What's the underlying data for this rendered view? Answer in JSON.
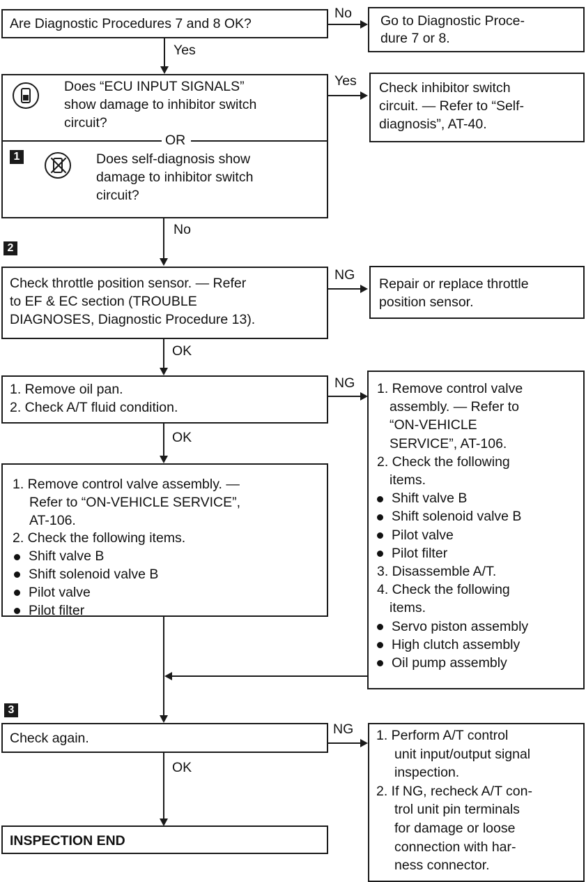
{
  "q1": {
    "text": "Are Diagnostic Procedures 7 and 8 OK?",
    "no_label": "No",
    "yes_label": "Yes"
  },
  "r1": {
    "lines": [
      "Go to Diagnostic Proce-",
      "dure 7 or 8."
    ]
  },
  "q2": {
    "part_a": [
      "Does “ECU INPUT SIGNALS”",
      "show damage to inhibitor switch",
      "circuit?"
    ],
    "or_label": "OR",
    "part_b": [
      "Does self-diagnosis show",
      "damage to inhibitor switch",
      "circuit?"
    ],
    "yes_label": "Yes",
    "no_label": "No",
    "step_marker": "1",
    "icon_a": "consult-tester-icon",
    "icon_b": "no-tester-icon"
  },
  "r2": {
    "lines": [
      "Check inhibitor switch",
      "circuit. — Refer to “Self-",
      "diagnosis”, AT-40."
    ]
  },
  "step2": "2",
  "q3": {
    "lines": [
      "Check throttle position sensor. — Refer",
      "to EF & EC section (TROUBLE",
      "DIAGNOSES, Diagnostic Procedure 13)."
    ],
    "ng_label": "NG",
    "ok_label": "OK"
  },
  "r3": {
    "lines": [
      "Repair or replace throttle",
      "position sensor."
    ]
  },
  "q4": {
    "lines": [
      "1. Remove oil pan.",
      "2. Check A/T fluid condition."
    ],
    "ng_label": "NG",
    "ok_label": "OK"
  },
  "r4": {
    "lines": [
      {
        "text": "1. Remove control valve",
        "kind": "num"
      },
      {
        "text": "assembly. — Refer to",
        "kind": "cont"
      },
      {
        "text": "“ON-VEHICLE",
        "kind": "cont"
      },
      {
        "text": "SERVICE”, AT-106.",
        "kind": "cont"
      },
      {
        "text": "2. Check the following",
        "kind": "num"
      },
      {
        "text": "items.",
        "kind": "cont"
      },
      {
        "text": "Shift valve B",
        "kind": "bullet"
      },
      {
        "text": "Shift solenoid valve B",
        "kind": "bullet"
      },
      {
        "text": "Pilot valve",
        "kind": "bullet"
      },
      {
        "text": "Pilot filter",
        "kind": "bullet"
      },
      {
        "text": "3. Disassemble A/T.",
        "kind": "num"
      },
      {
        "text": "4. Check the following",
        "kind": "num"
      },
      {
        "text": "items.",
        "kind": "cont"
      },
      {
        "text": "Servo piston assembly",
        "kind": "bullet"
      },
      {
        "text": "High clutch assembly",
        "kind": "bullet"
      },
      {
        "text": "Oil pump assembly",
        "kind": "bullet"
      }
    ]
  },
  "q5": {
    "lines": [
      {
        "text": "1. Remove control valve assembly. —",
        "kind": "num"
      },
      {
        "text": "Refer to “ON-VEHICLE SERVICE”,",
        "kind": "cont"
      },
      {
        "text": "AT-106.",
        "kind": "cont"
      },
      {
        "text": "2. Check the following items.",
        "kind": "num"
      },
      {
        "text": "Shift valve B",
        "kind": "bullet"
      },
      {
        "text": "Shift solenoid valve B",
        "kind": "bullet"
      },
      {
        "text": "Pilot valve",
        "kind": "bullet"
      },
      {
        "text": "Pilot filter",
        "kind": "bullet"
      }
    ]
  },
  "step3": "3",
  "q6": {
    "text": "Check again.",
    "ng_label": "NG",
    "ok_label": "OK"
  },
  "r6": {
    "lines": [
      {
        "text": "1. Perform A/T control",
        "kind": "num"
      },
      {
        "text": "unit input/output signal",
        "kind": "cont"
      },
      {
        "text": "inspection.",
        "kind": "cont"
      },
      {
        "text": "2. If NG, recheck A/T con-",
        "kind": "num"
      },
      {
        "text": "trol unit pin terminals",
        "kind": "cont"
      },
      {
        "text": "for damage or loose",
        "kind": "cont"
      },
      {
        "text": "connection with har-",
        "kind": "cont"
      },
      {
        "text": "ness connector.",
        "kind": "cont"
      }
    ]
  },
  "end": {
    "text": "INSPECTION END"
  }
}
